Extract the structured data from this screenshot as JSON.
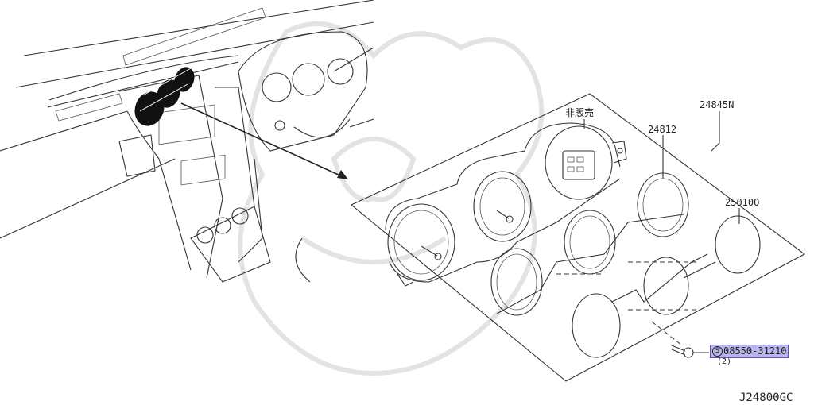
{
  "diagram": {
    "parts": [
      {
        "label": "非販売"
      },
      {
        "label": "24845N"
      },
      {
        "label": "24812"
      },
      {
        "label": "25010Q"
      },
      {
        "label": "08550-31210",
        "symbol": "S",
        "qty": "(2)",
        "highlight_color": "#b9b7ea"
      }
    ],
    "figure_code": "J24800GC"
  }
}
